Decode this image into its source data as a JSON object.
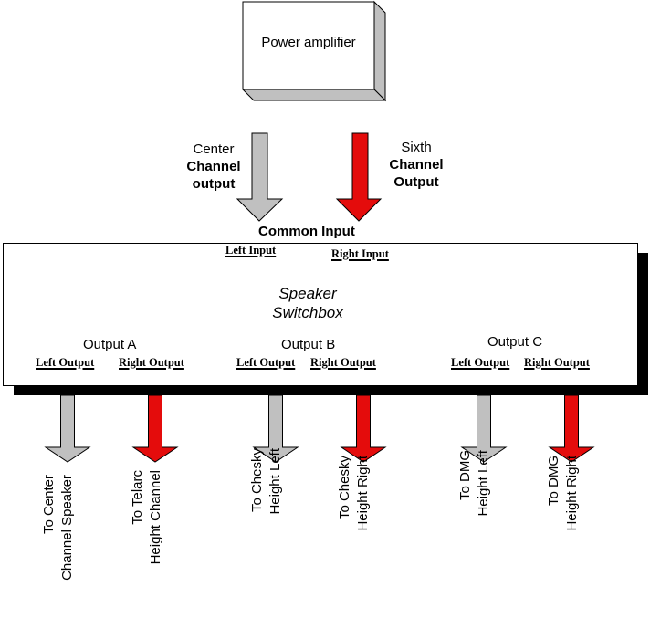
{
  "amplifier": {
    "label": "Power amplifier"
  },
  "inputs": {
    "center": {
      "line1": "Center",
      "line2": "Channel",
      "line3": "output",
      "color": "#c0c0c0"
    },
    "sixth": {
      "line1": "Sixth",
      "line2": "Channel",
      "line3": "Output",
      "color": "#e40c0c"
    },
    "common_label": "Common Input",
    "left_input": "Left Input",
    "right_input": "Right Input"
  },
  "switchbox": {
    "title_line1": "Speaker",
    "title_line2": "Switchbox",
    "outputs": [
      {
        "name": "Output A",
        "left": "Left Output",
        "right": "Right Output"
      },
      {
        "name": "Output B",
        "left": "Left Output",
        "right": "Right Output"
      },
      {
        "name": "Output C",
        "left": "Left Output",
        "right": "Right Output"
      }
    ]
  },
  "destinations": [
    {
      "line1": "To Center",
      "line2": "Channel Speaker",
      "color": "#c0c0c0"
    },
    {
      "line1": "To Telarc",
      "line2": "Height Channel",
      "color": "#e40c0c"
    },
    {
      "line1": "To Chesky",
      "line2": "Height Left",
      "color": "#c0c0c0"
    },
    {
      "line1": "To Chesky",
      "line2": "Height Right",
      "color": "#e40c0c"
    },
    {
      "line1": "To DMG",
      "line2": "Height Left",
      "color": "#c0c0c0"
    },
    {
      "line1": "To DMG",
      "line2": "Height Right",
      "color": "#e40c0c"
    }
  ]
}
